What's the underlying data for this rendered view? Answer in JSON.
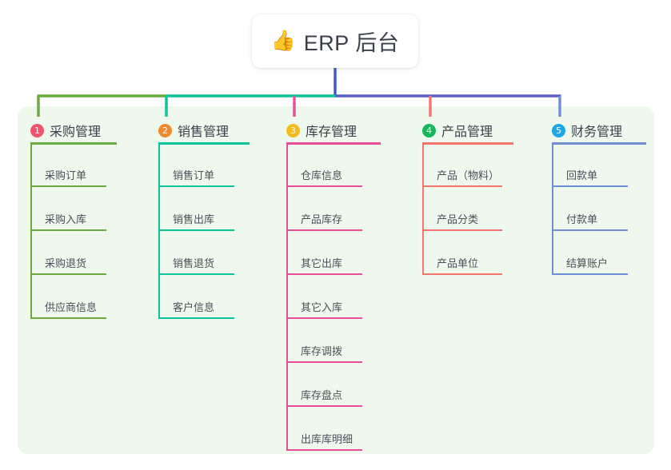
{
  "diagram": {
    "type": "mind-map",
    "title": "ERP 后台",
    "root": {
      "emoji_icon": "thumbs-up-icon",
      "emoji": "👍",
      "label": "ERP 后台",
      "box_color": "#ffffff",
      "stem_color": "#4355c8"
    },
    "panel_color": "#eff8ec",
    "connector_segments": [
      {
        "color": "#6aaa3f",
        "name": "bar-segment-green"
      },
      {
        "color": "#0ec29a",
        "name": "bar-segment-teal"
      },
      {
        "color": "#5b5fc7",
        "name": "bar-segment-blue"
      }
    ],
    "branches": [
      {
        "index": "1",
        "label": "采购管理",
        "badge_color": "#f0536b",
        "line_color": "#6aaa3f",
        "items": [
          "采购订单",
          "采购入库",
          "采购退货",
          "供应商信息"
        ]
      },
      {
        "index": "2",
        "label": "销售管理",
        "badge_color": "#f08a2e",
        "line_color": "#0ec29a",
        "items": [
          "销售订单",
          "销售出库",
          "销售退货",
          "客户信息"
        ]
      },
      {
        "index": "3",
        "label": "库存管理",
        "badge_color": "#f5bb1d",
        "line_color": "#e94d9a",
        "items": [
          "仓库信息",
          "产品库存",
          "其它出库",
          "其它入库",
          "库存调拨",
          "库存盘点",
          "出库库明细"
        ]
      },
      {
        "index": "4",
        "label": "产品管理",
        "badge_color": "#17b55c",
        "line_color": "#f4756d",
        "items": [
          "产品（物料）",
          "产品分类",
          "产品单位"
        ]
      },
      {
        "index": "5",
        "label": "财务管理",
        "badge_color": "#1ca7e8",
        "line_color": "#6f8ed6",
        "items": [
          "回款单",
          "付款单",
          "结算账户"
        ]
      }
    ]
  }
}
